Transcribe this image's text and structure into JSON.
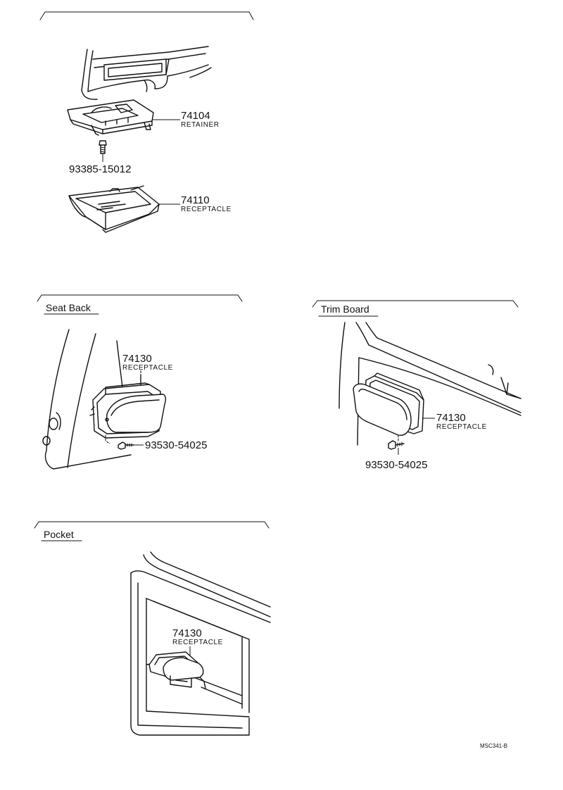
{
  "sections": {
    "seat_back": "Seat Back",
    "trim_board": "Trim Board",
    "pocket": "Pocket"
  },
  "callouts": {
    "retainer": {
      "number": "74104",
      "name": "RETAINER"
    },
    "screw_top": {
      "number": "93385-15012"
    },
    "receptacle_top": {
      "number": "74110",
      "name": "RECEPTACLE"
    },
    "receptacle_seat": {
      "number": "74130",
      "name": "RECEPTACLE"
    },
    "screw_seat": {
      "number": "93530-54025"
    },
    "receptacle_trim": {
      "number": "74130",
      "name": "RECEPTACLE"
    },
    "screw_trim": {
      "number": "93530-54025"
    },
    "receptacle_pocket": {
      "number": "74130",
      "name": "RECEPTACLE"
    }
  },
  "figure_code": "MSC341-B"
}
